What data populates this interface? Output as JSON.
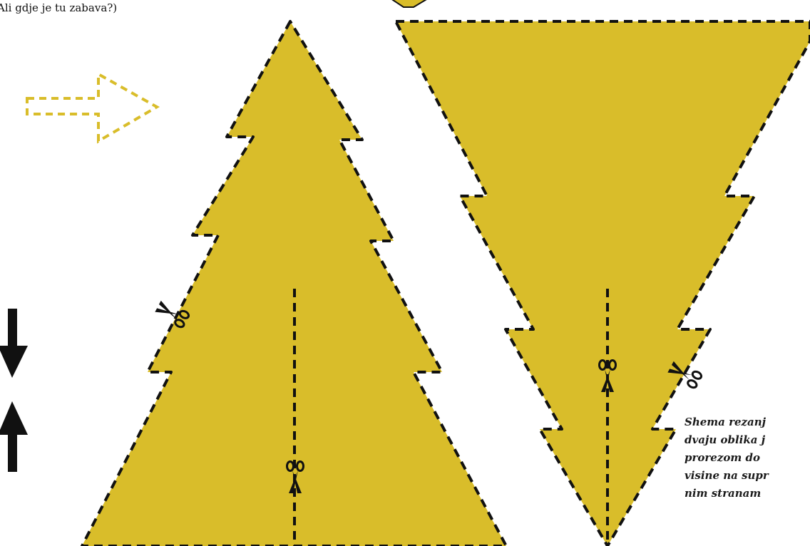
{
  "top_text": "Ali gdje je tu zabava?)",
  "caption_lines": [
    "Shema rezanj",
    "dvaju oblika j",
    "prorezom do",
    "visine na supr",
    "nim stranam"
  ],
  "colors": {
    "tree_fill": "#d9bd2a",
    "arrow_outline": "#d9bd2a",
    "cut_line": "#111111",
    "text": "#1a1a1a"
  },
  "icons": [
    "dashed-arrow-right-icon",
    "arrow-down-icon",
    "arrow-up-icon",
    "scissors-icon"
  ]
}
